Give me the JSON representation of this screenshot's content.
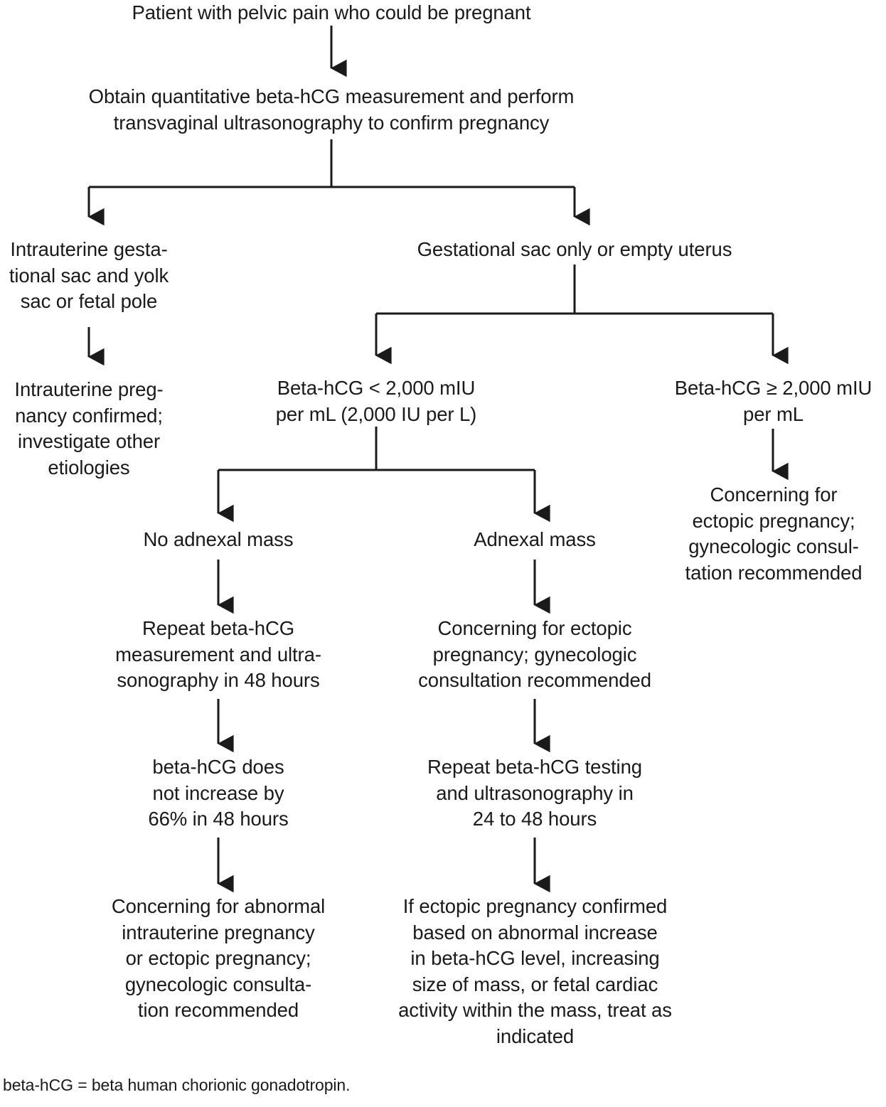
{
  "figure": {
    "type": "clinical-algorithm-flowchart",
    "line_color": "#1a1a1a",
    "background_color": "#ffffff",
    "text_color": "#1a1a1a"
  },
  "nodes": {
    "start": "Patient with pelvic pain who could be pregnant",
    "workup": "Obtain quantitative beta-hCG measurement and perform\ntransvaginal ultrasonography to confirm pregnancy",
    "iup_findings": "Intrauterine gesta-\ntional sac and yolk\nsac or fetal pole",
    "iup_confirmed": "Intrauterine preg-\nnancy confirmed;\ninvestigate other\netiologies",
    "sac_only": "Gestational sac only or empty uterus",
    "hcg_low": "Beta-hCG < 2,000 mIU\nper mL (2,000 IU per L)",
    "hcg_high": "Beta-hCG ≥ 2,000 mIU\nper mL",
    "hcg_high_outcome": "Concerning for\nectopic pregnancy;\ngynecologic consul-\ntation recommended",
    "no_adnexal_mass": "No adnexal mass",
    "adnexal_mass": "Adnexal mass",
    "repeat_48h": "Repeat beta-hCG\nmeasurement and ultra-\nsonography in 48 hours",
    "no_increase": "beta-hCG does\nnot increase by\n66% in 48 hours",
    "abnormal_outcome": "Concerning for abnormal\nintrauterine pregnancy\nor ectopic pregnancy;\ngynecologic consulta-\ntion recommended",
    "mass_concerning": "Concerning for ectopic\npregnancy; gynecologic\nconsultation recommended",
    "repeat_24_48h": "Repeat beta-hCG testing\nand ultrasonography in\n24 to 48 hours",
    "treat_as_indicated": "If ectopic pregnancy confirmed\nbased on abnormal increase\nin beta-hCG level, increasing\nsize of mass, or fetal cardiac\nactivity within the mass, treat as\nindicated"
  },
  "footnote": "beta-hCG = beta human chorionic gonadotropin."
}
